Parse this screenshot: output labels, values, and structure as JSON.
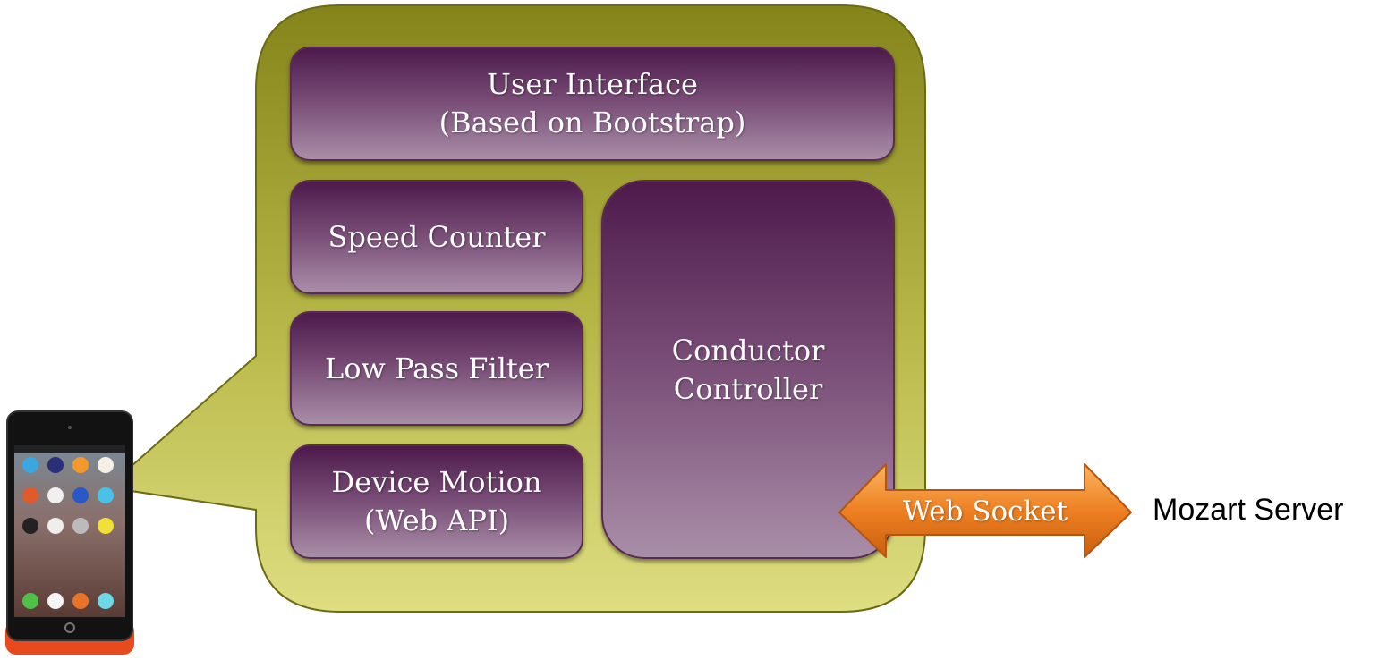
{
  "blocks": {
    "user_interface": {
      "line1": "User Interface",
      "line2": "(Based on Bootstrap)"
    },
    "speed_counter": {
      "line1": "Speed Counter"
    },
    "low_pass_filter": {
      "line1": "Low Pass Filter"
    },
    "device_motion": {
      "line1": "Device Motion",
      "line2": "(Web API)"
    },
    "conductor_controller": {
      "line1": "Conductor",
      "line2": "Controller"
    }
  },
  "connector": {
    "label": "Web Socket"
  },
  "server": {
    "label": "Mozart Server"
  },
  "colors": {
    "callout_fill_top": "#86861a",
    "callout_fill_bottom": "#dede82",
    "module_top": "#4d1a4b",
    "module_bottom": "#a98ea8",
    "arrow_orange": "#f08a24",
    "phone_body": "#e8491d"
  }
}
